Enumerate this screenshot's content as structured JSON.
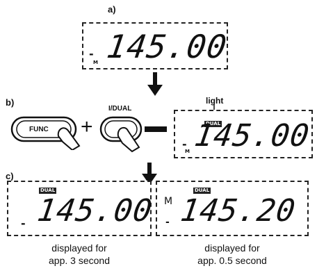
{
  "step_labels": {
    "a": "a)",
    "b": "b)",
    "c": "c)"
  },
  "display_a": {
    "minus": "-",
    "value": "145.00",
    "indicator": "M"
  },
  "buttons": {
    "func": "FUNC",
    "plus": "+",
    "dual": "I/DUAL"
  },
  "display_b": {
    "minus": "-",
    "value": "145.00",
    "indicator": "M",
    "tag": "DUAL",
    "light_label": "light"
  },
  "display_c1": {
    "minus": "-",
    "value": "145.00",
    "tag": "DUAL",
    "caption_line1": "displayed for",
    "caption_line2": "app. 3 second"
  },
  "display_c2": {
    "mem": "M",
    "minus": "-",
    "value": "145.20",
    "tag": "DUAL",
    "caption_line1": "displayed for",
    "caption_line2": "app. 0.5 second"
  }
}
